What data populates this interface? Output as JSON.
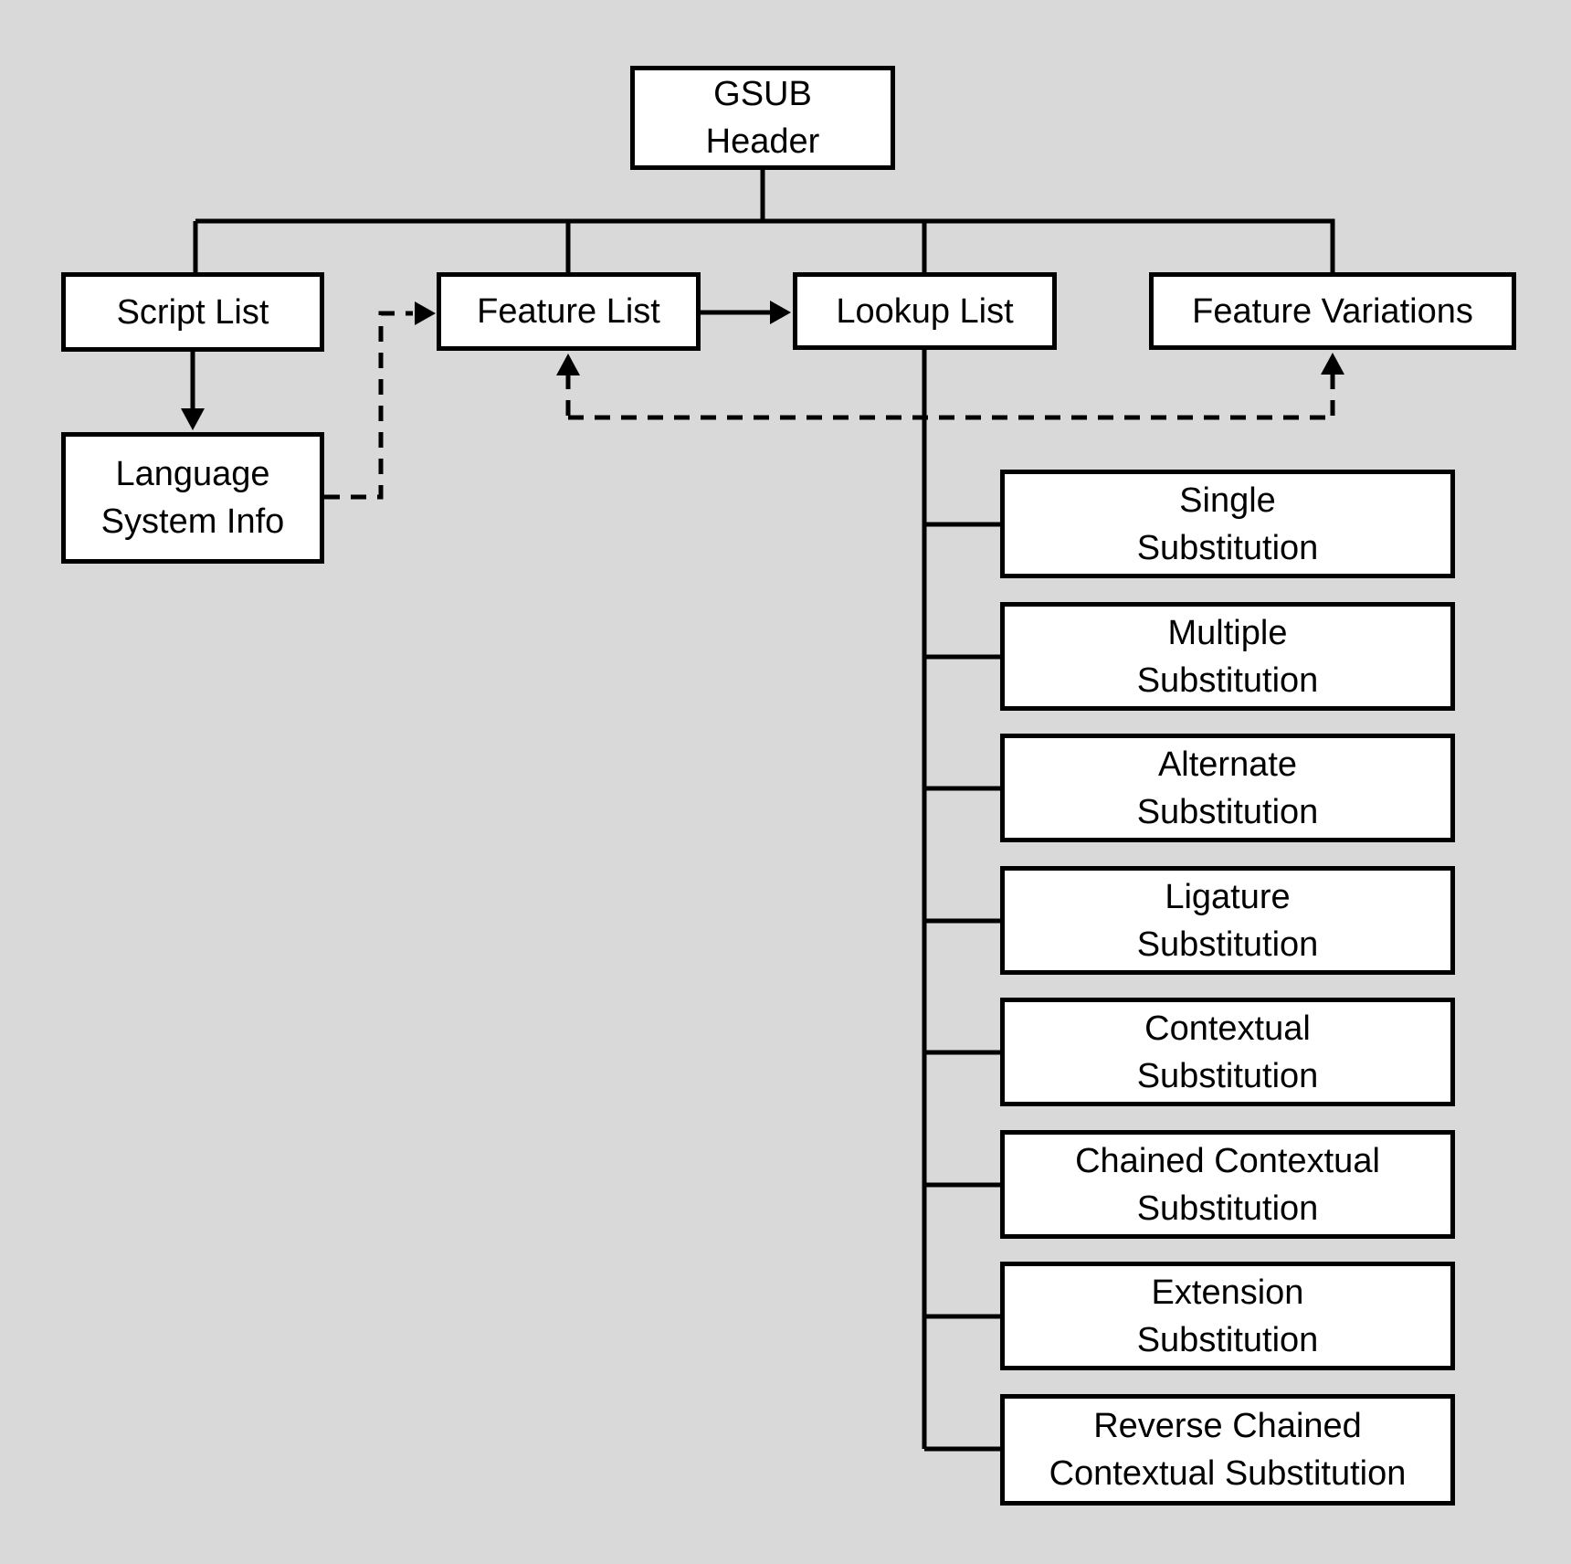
{
  "colors": {
    "background": "#d9d9d9",
    "node_fill": "#ffffff",
    "line": "#000000"
  },
  "nodes": {
    "gsub_header": {
      "label": "GSUB\nHeader"
    },
    "script_list": {
      "label": "Script List"
    },
    "feature_list": {
      "label": "Feature List"
    },
    "lookup_list": {
      "label": "Lookup List"
    },
    "feature_variations": {
      "label": "Feature Variations"
    },
    "language_system_info": {
      "label": "Language\nSystem Info"
    },
    "lookup_types": [
      {
        "label": "Single\nSubstitution"
      },
      {
        "label": "Multiple\nSubstitution"
      },
      {
        "label": "Alternate\nSubstitution"
      },
      {
        "label": "Ligature\nSubstitution"
      },
      {
        "label": "Contextual\nSubstitution"
      },
      {
        "label": "Chained Contextual\nSubstitution"
      },
      {
        "label": "Extension\nSubstitution"
      },
      {
        "label": "Reverse Chained\nContextual Substitution"
      }
    ]
  }
}
